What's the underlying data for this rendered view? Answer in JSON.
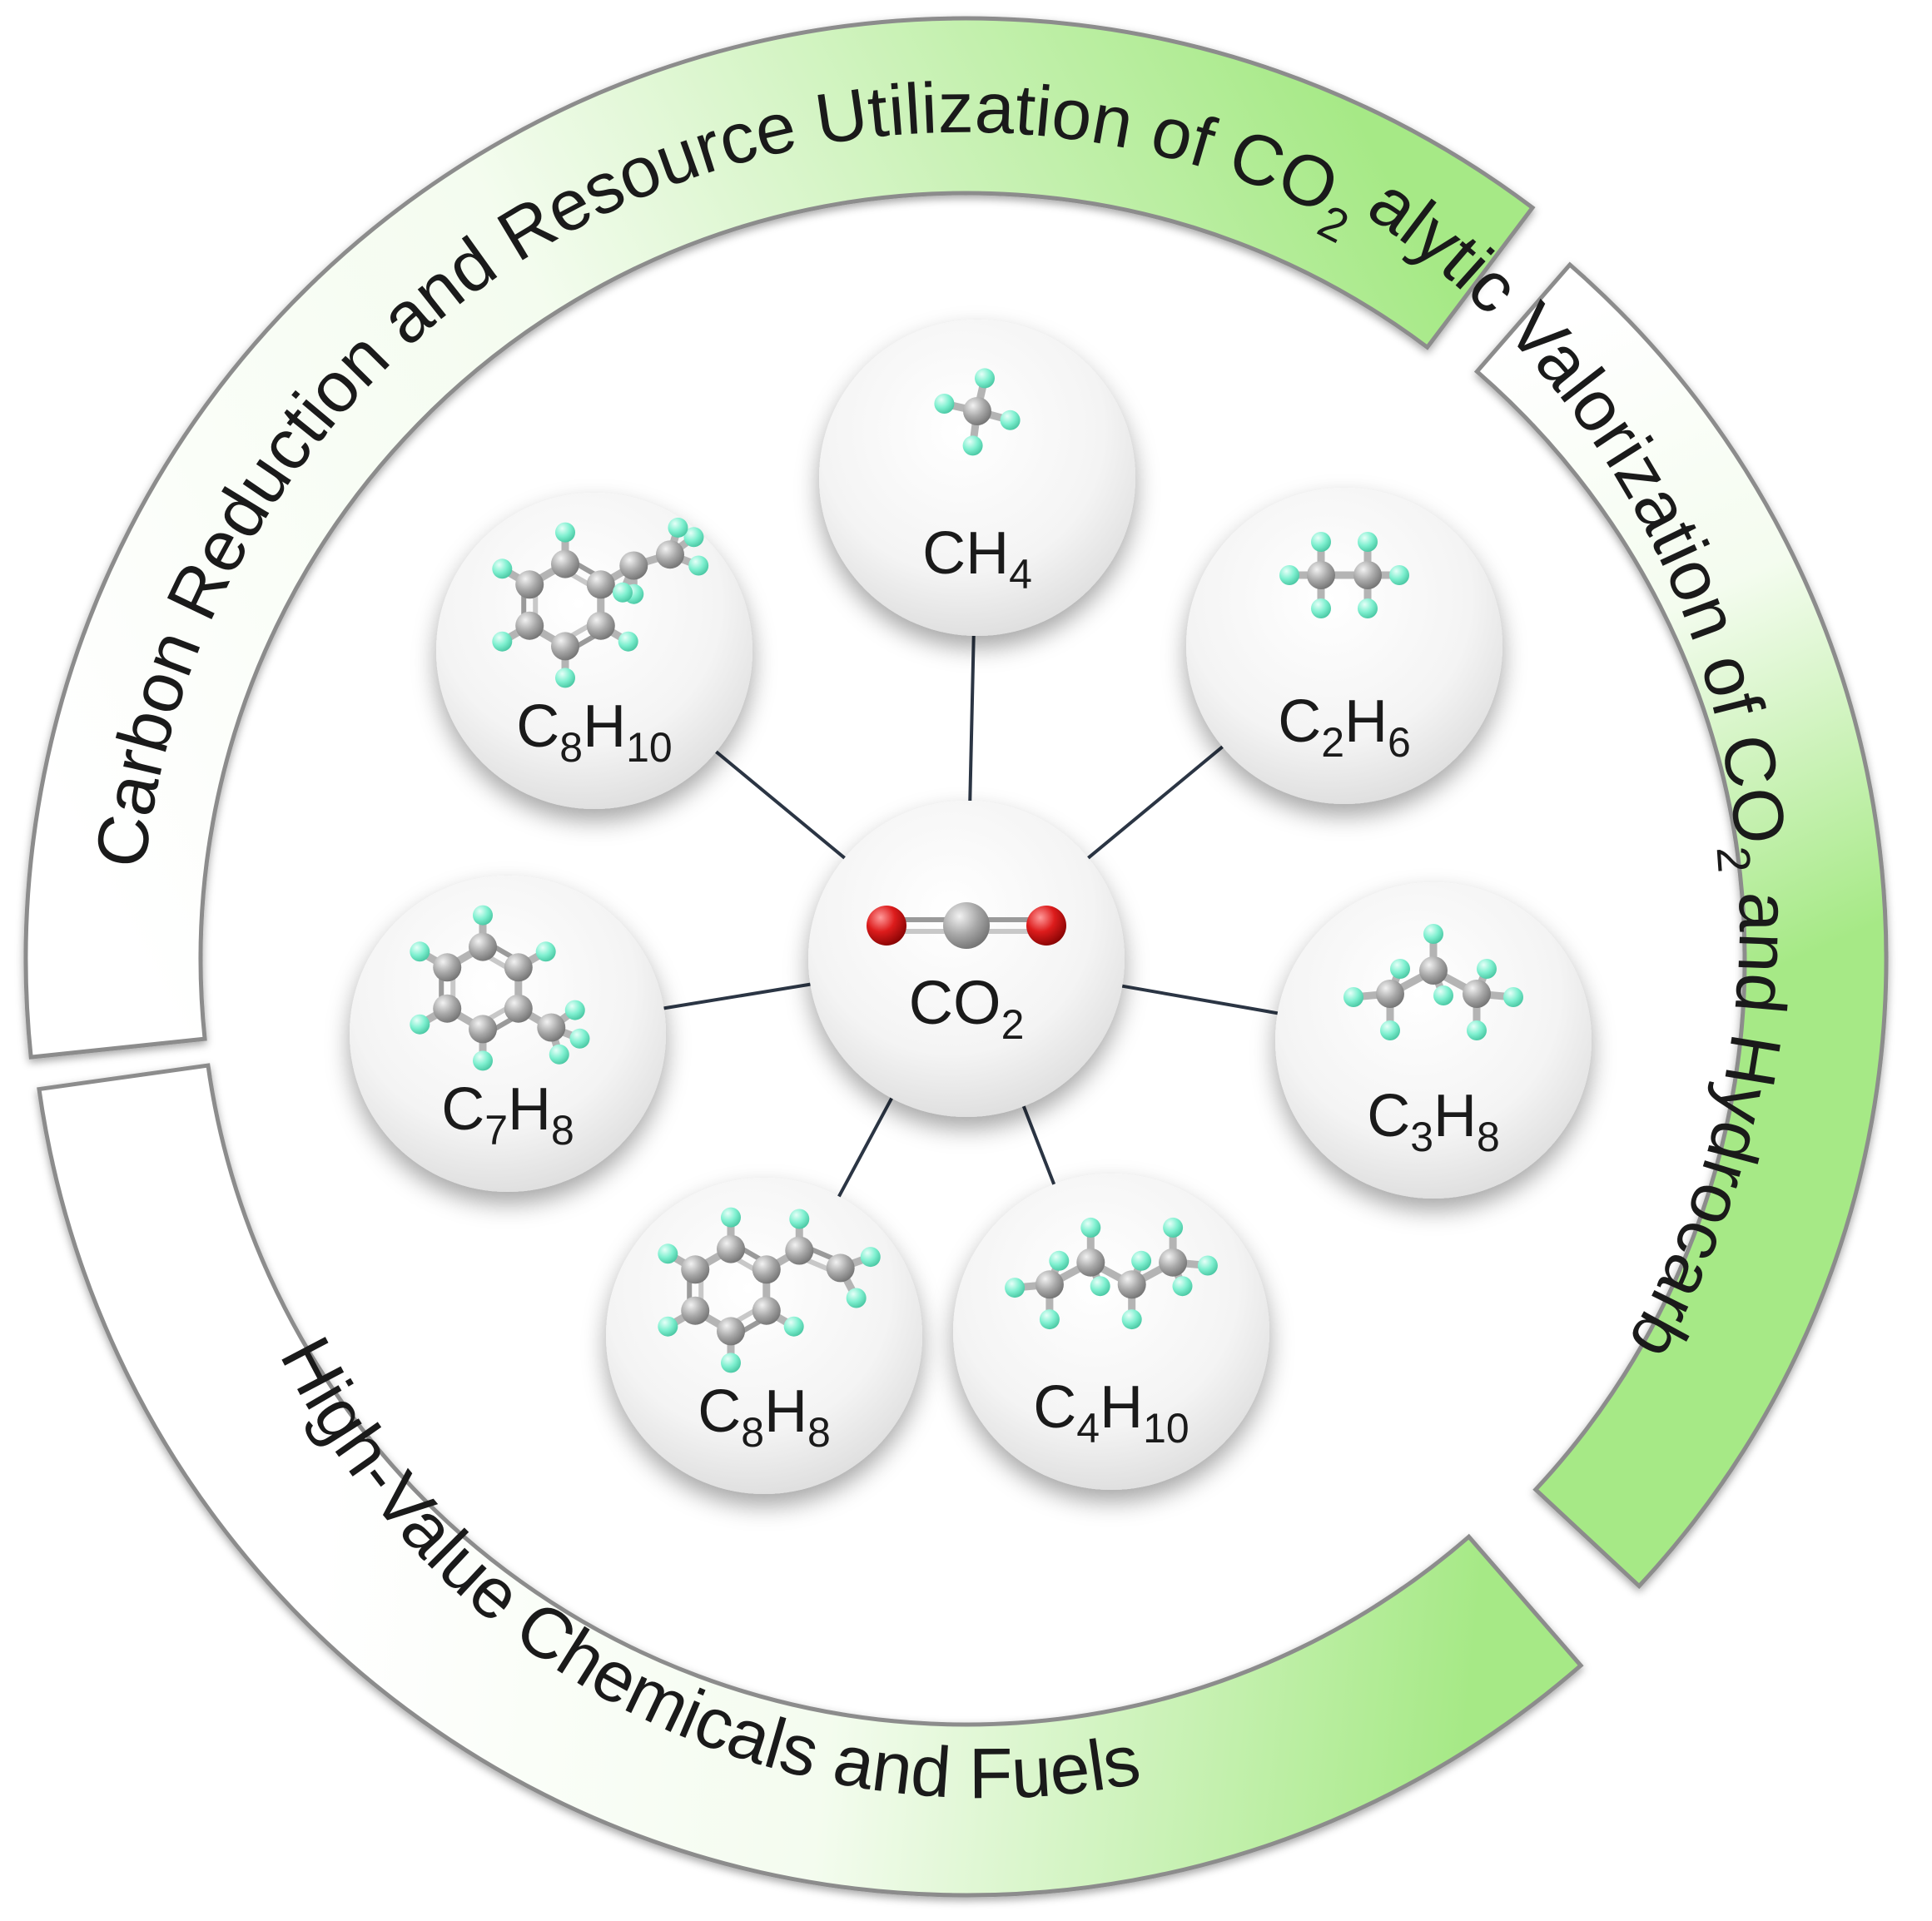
{
  "ring": {
    "top": {
      "main": "Carbon Reduction and Resource Utilization of CO",
      "sub": "2"
    },
    "right": {
      "pre": "Catalytic Valorization of CO",
      "sub": "2",
      "post": " and Hydrocarbons"
    },
    "bottom": {
      "main": "High-Value Chemicals and Fuels"
    }
  },
  "center": {
    "base": "CO",
    "sub": "2"
  },
  "nodes": [
    {
      "id": "ch4",
      "base": "CH",
      "sub": "4"
    },
    {
      "id": "c2h6",
      "base": "C",
      "sub": "2",
      "mid": "H",
      "sub2": "6"
    },
    {
      "id": "c3h8",
      "base": "C",
      "sub": "3",
      "mid": "H",
      "sub2": "8"
    },
    {
      "id": "c4h10",
      "base": "C",
      "sub": "4",
      "mid": "H",
      "sub2": "10"
    },
    {
      "id": "c8h8",
      "base": "C",
      "sub": "8",
      "mid": "H",
      "sub2": "8"
    },
    {
      "id": "c7h8",
      "base": "C",
      "sub": "7",
      "mid": "H",
      "sub2": "8"
    },
    {
      "id": "c8h10",
      "base": "C",
      "sub": "8",
      "mid": "H",
      "sub2": "10"
    }
  ],
  "colors": {
    "ring_green": "#a6e986",
    "hydrogen": "#7ff0d0",
    "carbon": "#9a9a9a",
    "oxygen": "#cc1111",
    "connector": "#2b3544"
  }
}
